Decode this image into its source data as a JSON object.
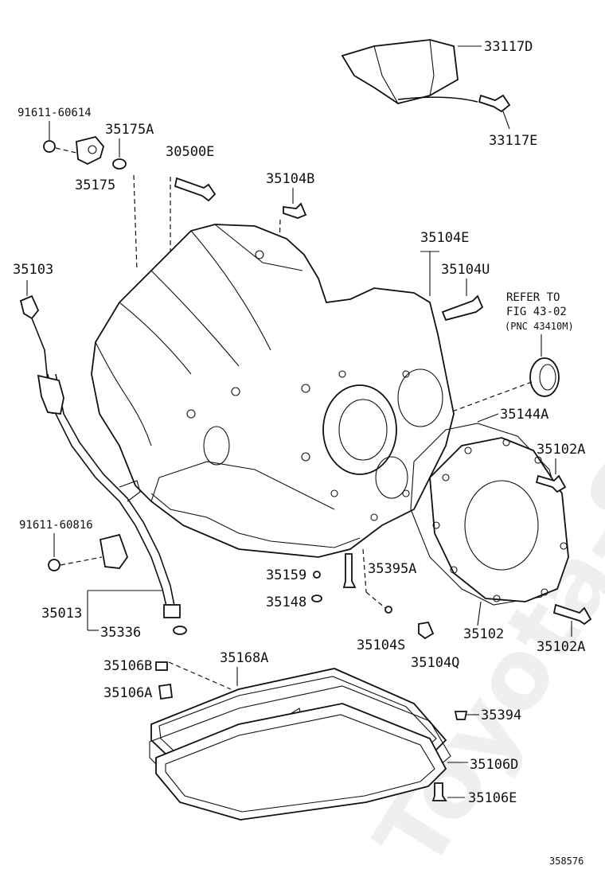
{
  "watermark": "Toyota-Shop-Online.ru",
  "refer_note": {
    "line1": "REFER TO",
    "line2": "FIG 43-02",
    "line3": "(PNC 43410M)"
  },
  "figure_number": "358576",
  "labels": {
    "p33117D": "33117D",
    "p33117E": "33117E",
    "p91611_60614": "91611-60614",
    "p35175A": "35175A",
    "p35175": "35175",
    "p30500E": "30500E",
    "p35104B": "35104B",
    "p35104E": "35104E",
    "p35104U": "35104U",
    "p35103": "35103",
    "p35144A": "35144A",
    "p35102A_top": "35102A",
    "p91611_60816": "91611-60816",
    "p35159": "35159",
    "p35395A": "35395A",
    "p35148": "35148",
    "p35013": "35013",
    "p35336": "35336",
    "p35104S": "35104S",
    "p35102": "35102",
    "p35102A_bot": "35102A",
    "p35104Q": "35104Q",
    "p35106B": "35106B",
    "p35168A": "35168A",
    "p35106A": "35106A",
    "p35394": "35394",
    "p35106D": "35106D",
    "p35106E": "35106E"
  }
}
